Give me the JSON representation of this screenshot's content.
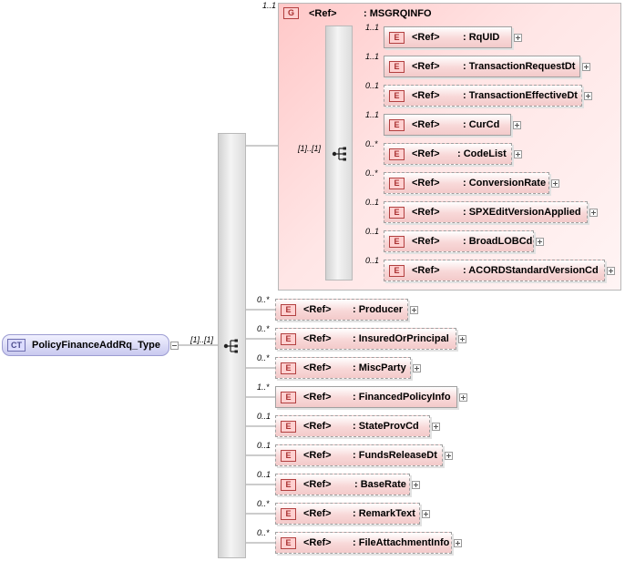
{
  "complex_type": {
    "badge": "CT",
    "name": "PolicyFinanceAddRq_Type"
  },
  "main_sequence": {
    "cardinality": "[1]..[1]"
  },
  "group": {
    "badge": "G",
    "ref": "<Ref>",
    "name": ": MSGRQINFO",
    "cardinality": "1..1",
    "sequence_cardinality": "[1]..[1]",
    "elements": [
      {
        "badge": "E",
        "ref": "<Ref>",
        "name": ": RqUID",
        "cardinality": "1..1",
        "optional": false
      },
      {
        "badge": "E",
        "ref": "<Ref>",
        "name": ": TransactionRequestDt",
        "cardinality": "1..1",
        "optional": false
      },
      {
        "badge": "E",
        "ref": "<Ref>",
        "name": ": TransactionEffectiveDt",
        "cardinality": "0..1",
        "optional": true
      },
      {
        "badge": "E",
        "ref": "<Ref>",
        "name": ": CurCd",
        "cardinality": "1..1",
        "optional": false
      },
      {
        "badge": "E",
        "ref": "<Ref>",
        "name": ": CodeList",
        "cardinality": "0..*",
        "optional": true
      },
      {
        "badge": "E",
        "ref": "<Ref>",
        "name": ": ConversionRate",
        "cardinality": "0..*",
        "optional": true
      },
      {
        "badge": "E",
        "ref": "<Ref>",
        "name": ": SPXEditVersionApplied",
        "cardinality": "0..1",
        "optional": true
      },
      {
        "badge": "E",
        "ref": "<Ref>",
        "name": ": BroadLOBCd",
        "cardinality": "0..1",
        "optional": true
      },
      {
        "badge": "E",
        "ref": "<Ref>",
        "name": ": ACORDStandardVersionCd",
        "cardinality": "0..1",
        "optional": true
      }
    ]
  },
  "elements": [
    {
      "badge": "E",
      "ref": "<Ref>",
      "name": ": Producer",
      "cardinality": "0..*",
      "optional": true
    },
    {
      "badge": "E",
      "ref": "<Ref>",
      "name": ": InsuredOrPrincipal",
      "cardinality": "0..*",
      "optional": true
    },
    {
      "badge": "E",
      "ref": "<Ref>",
      "name": ": MiscParty",
      "cardinality": "0..*",
      "optional": true
    },
    {
      "badge": "E",
      "ref": "<Ref>",
      "name": ": FinancedPolicyInfo",
      "cardinality": "1..*",
      "optional": false
    },
    {
      "badge": "E",
      "ref": "<Ref>",
      "name": ": StateProvCd",
      "cardinality": "0..1",
      "optional": true
    },
    {
      "badge": "E",
      "ref": "<Ref>",
      "name": ": FundsReleaseDt",
      "cardinality": "0..1",
      "optional": true
    },
    {
      "badge": "E",
      "ref": "<Ref>",
      "name": ": BaseRate",
      "cardinality": "0..1",
      "optional": true
    },
    {
      "badge": "E",
      "ref": "<Ref>",
      "name": ": RemarkText",
      "cardinality": "0..*",
      "optional": true
    },
    {
      "badge": "E",
      "ref": "<Ref>",
      "name": ": FileAttachmentInfo",
      "cardinality": "0..*",
      "optional": true
    }
  ]
}
